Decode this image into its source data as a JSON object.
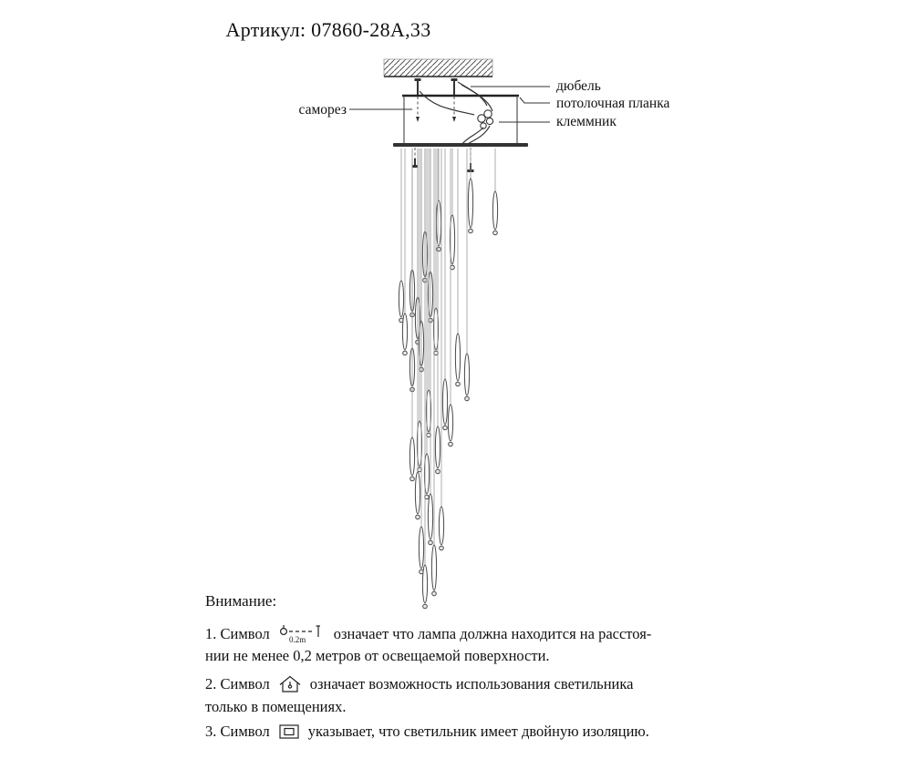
{
  "title": "Артикул: 07860-28А,33",
  "diagram": {
    "labels": {
      "samorez": "саморез",
      "dyubel": "дюбель",
      "planka": "потолочная планка",
      "klemmnik": "клеммник"
    },
    "icons": {
      "ceiling": "hatched-ceiling",
      "fixture": "cascade-pendant-chandelier"
    }
  },
  "attention": {
    "heading": "Внимание:",
    "item1_prefix": "1. Символ",
    "item1_symbol_label": "0.2m",
    "item1_text": "означает что лампа должна находится на расстоя-",
    "item1_text2": "нии не менее 0,2 метров от освещаемой поверхности.",
    "item2_prefix": "2. Символ",
    "item2_text": "означает возможность использования светильника",
    "item2_text2": "только в помещениях.",
    "item3_prefix": "3. Символ",
    "item3_text": "указывает, что светильник имеет двойную изоляцию."
  }
}
